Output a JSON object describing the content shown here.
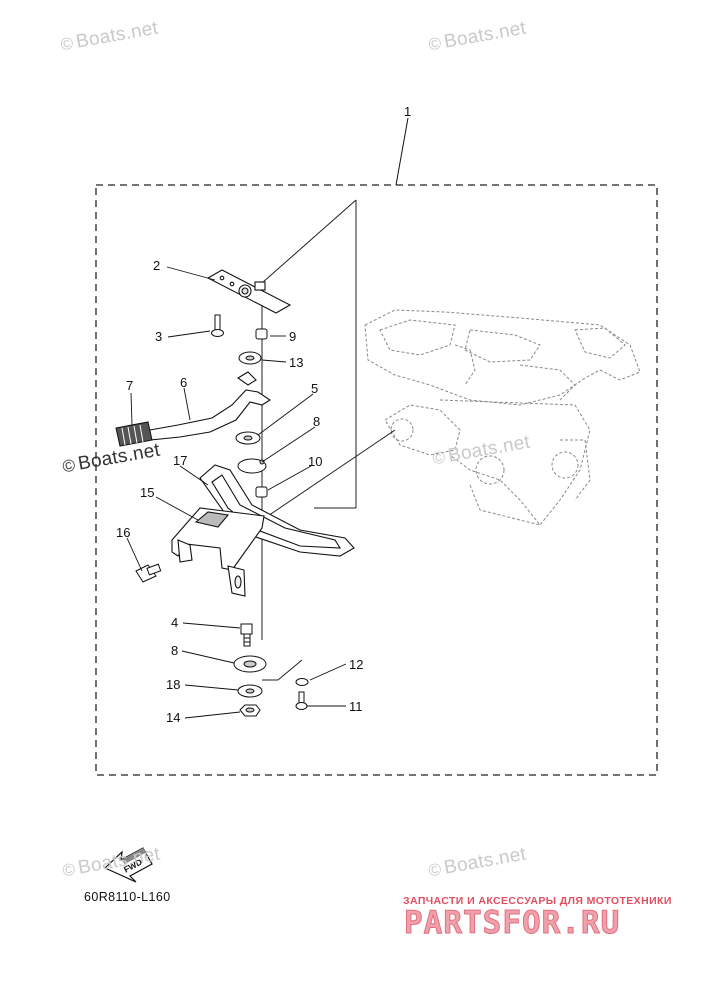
{
  "diagram": {
    "callouts": [
      {
        "id": "c1",
        "label": "1"
      },
      {
        "id": "c2",
        "label": "2"
      },
      {
        "id": "c3",
        "label": "3"
      },
      {
        "id": "c9",
        "label": "9"
      },
      {
        "id": "c13",
        "label": "13"
      },
      {
        "id": "c7",
        "label": "7"
      },
      {
        "id": "c6",
        "label": "6"
      },
      {
        "id": "c5",
        "label": "5"
      },
      {
        "id": "c8a",
        "label": "8"
      },
      {
        "id": "c10",
        "label": "10"
      },
      {
        "id": "c17",
        "label": "17"
      },
      {
        "id": "c15",
        "label": "15"
      },
      {
        "id": "c16",
        "label": "16"
      },
      {
        "id": "c4",
        "label": "4"
      },
      {
        "id": "c8b",
        "label": "8"
      },
      {
        "id": "c12",
        "label": "12"
      },
      {
        "id": "c18",
        "label": "18"
      },
      {
        "id": "c14",
        "label": "14"
      },
      {
        "id": "c11",
        "label": "11"
      }
    ],
    "fwd_label": "FWD",
    "diagram_code": "60R8110-L160"
  },
  "watermarks": {
    "text": "Boats.net",
    "copyright_symbol": "©"
  },
  "branding": {
    "tagline": "ЗАПЧАСТИ И АКСЕССУАРЫ ДЛЯ МОТОТЕХНИКИ",
    "logo": "PARTSFOR.RU",
    "logo_color": "#e2707f"
  }
}
